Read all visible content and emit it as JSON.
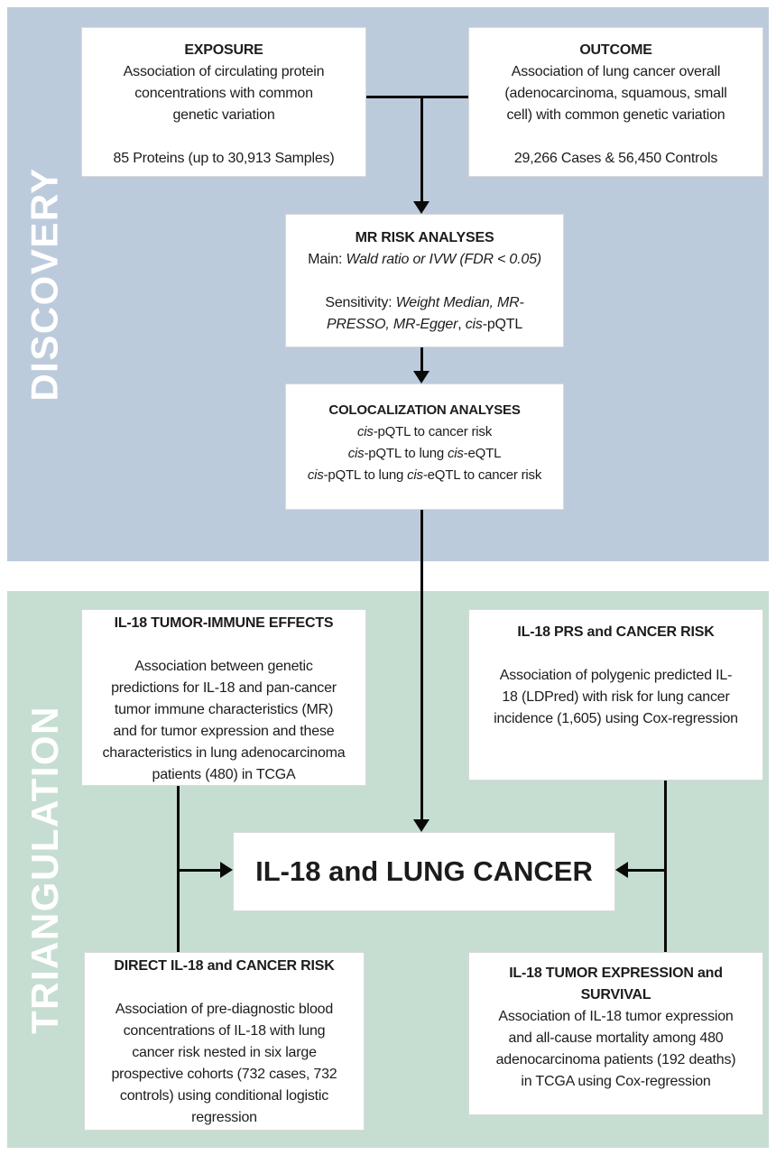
{
  "colors": {
    "discovery_bg": "#bccbdc",
    "triangulation_bg": "#c6ded1",
    "box_bg": "#ffffff",
    "box_border": "#d9d9d9",
    "arrow": "#0a0a0a",
    "label_text": "#ffffff",
    "text": "#1c1c1c"
  },
  "sections": {
    "discovery": {
      "label": "DISCOVERY"
    },
    "triangulation": {
      "label": "TRIANGULATION"
    }
  },
  "boxes": {
    "exposure": {
      "lines": [
        [
          {
            "t": "EXPOSURE",
            "b": true
          }
        ],
        "Association of circulating protein",
        "concentrations with common",
        "genetic variation",
        "",
        "85 Proteins (up to 30,913 Samples)"
      ]
    },
    "outcome": {
      "lines": [
        [
          {
            "t": "OUTCOME",
            "b": true
          }
        ],
        "Association of lung cancer overall",
        "(adenocarcinoma, squamous, small",
        "cell) with common genetic variation",
        "",
        "29,266 Cases & 56,450 Controls"
      ]
    },
    "mr_risk": {
      "lines": [
        [
          {
            "t": "MR RISK ANALYSES",
            "b": true
          }
        ],
        [
          {
            "t": "Main: "
          },
          {
            "t": "Wald ratio or IVW (FDR < 0.05)",
            "i": true
          }
        ],
        "",
        [
          {
            "t": "Sensitivity: "
          },
          {
            "t": "Weight Median, MR-",
            "i": true
          }
        ],
        [
          {
            "t": "PRESSO, MR-Egger",
            "i": true
          },
          {
            "t": ", "
          },
          {
            "t": "cis",
            "i": true
          },
          {
            "t": "-pQTL"
          }
        ]
      ]
    },
    "colocalization": {
      "lines": [
        [
          {
            "t": "COLOCALIZATION ANALYSES",
            "b": true
          }
        ],
        [
          {
            "t": "cis",
            "i": true
          },
          {
            "t": "-pQTL to cancer risk"
          }
        ],
        [
          {
            "t": "cis",
            "i": true
          },
          {
            "t": "-pQTL to lung "
          },
          {
            "t": "cis",
            "i": true
          },
          {
            "t": "-eQTL"
          }
        ],
        [
          {
            "t": "cis",
            "i": true
          },
          {
            "t": "-pQTL to lung "
          },
          {
            "t": "cis",
            "i": true
          },
          {
            "t": "-eQTL to cancer risk"
          }
        ]
      ]
    },
    "tumor_immune": {
      "lines": [
        [
          {
            "t": "IL-18 TUMOR-IMMUNE EFFECTS",
            "b": true
          }
        ],
        "",
        "Association between genetic",
        "predictions for IL-18 and pan-cancer",
        "tumor immune characteristics (MR)",
        "and for tumor expression and these",
        "characteristics in lung adenocarcinoma",
        "patients (480) in TCGA"
      ]
    },
    "prs": {
      "lines": [
        [
          {
            "t": "IL-18 PRS and CANCER RISK",
            "b": true
          }
        ],
        "",
        "Association of polygenic predicted IL-",
        "18 (LDPred) with risk for lung cancer",
        "incidence (1,605) using Cox-regression"
      ]
    },
    "center": {
      "title": "IL-18 and LUNG CANCER"
    },
    "direct": {
      "lines": [
        [
          {
            "t": "DIRECT IL-18 and CANCER RISK",
            "b": true
          }
        ],
        "",
        "Association of pre-diagnostic blood",
        "concentrations of IL-18 with lung",
        "cancer risk nested in six large",
        "prospective cohorts (732 cases, 732",
        "controls) using conditional logistic",
        "regression"
      ]
    },
    "expression": {
      "lines": [
        [
          {
            "t": "IL-18 TUMOR EXPRESSION and",
            "b": true
          }
        ],
        [
          {
            "t": "SURVIVAL",
            "b": true
          }
        ],
        "Association of IL-18 tumor expression",
        "and all-cause mortality among 480",
        "adenocarcinoma patients (192 deaths)",
        "in TCGA using Cox-regression"
      ]
    }
  }
}
